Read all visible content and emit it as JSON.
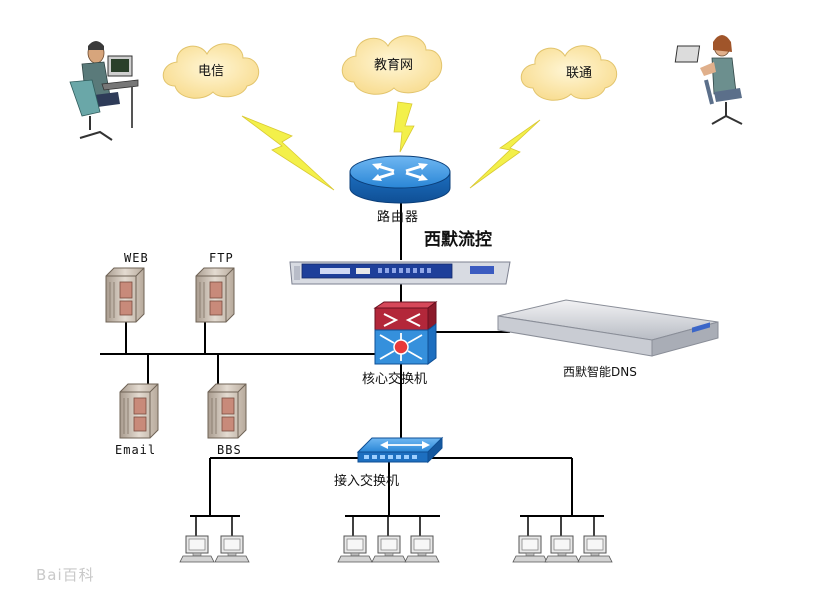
{
  "clouds": {
    "telecom": "电信",
    "edu_net": "教育网",
    "unicom": "联通"
  },
  "devices": {
    "router": "路由器",
    "flow_control": "西默流控",
    "core_switch": "核心交换机",
    "smart_dns": "西默智能DNS",
    "access_switch": "接入交换机"
  },
  "servers": {
    "web": "WEB",
    "ftp": "FTP",
    "email": "Email",
    "bbs": "BBS"
  },
  "watermark": "Bai百科",
  "colors": {
    "cloud_fill": "#fbe7a8",
    "router_blue": "#1e7fd0",
    "switch_blue": "#2a8fe0",
    "flow_panel": "#1e3f9a",
    "bolt_yellow": "#f3f04a",
    "server_gray": "#cfc4b8",
    "line": "#000000"
  }
}
